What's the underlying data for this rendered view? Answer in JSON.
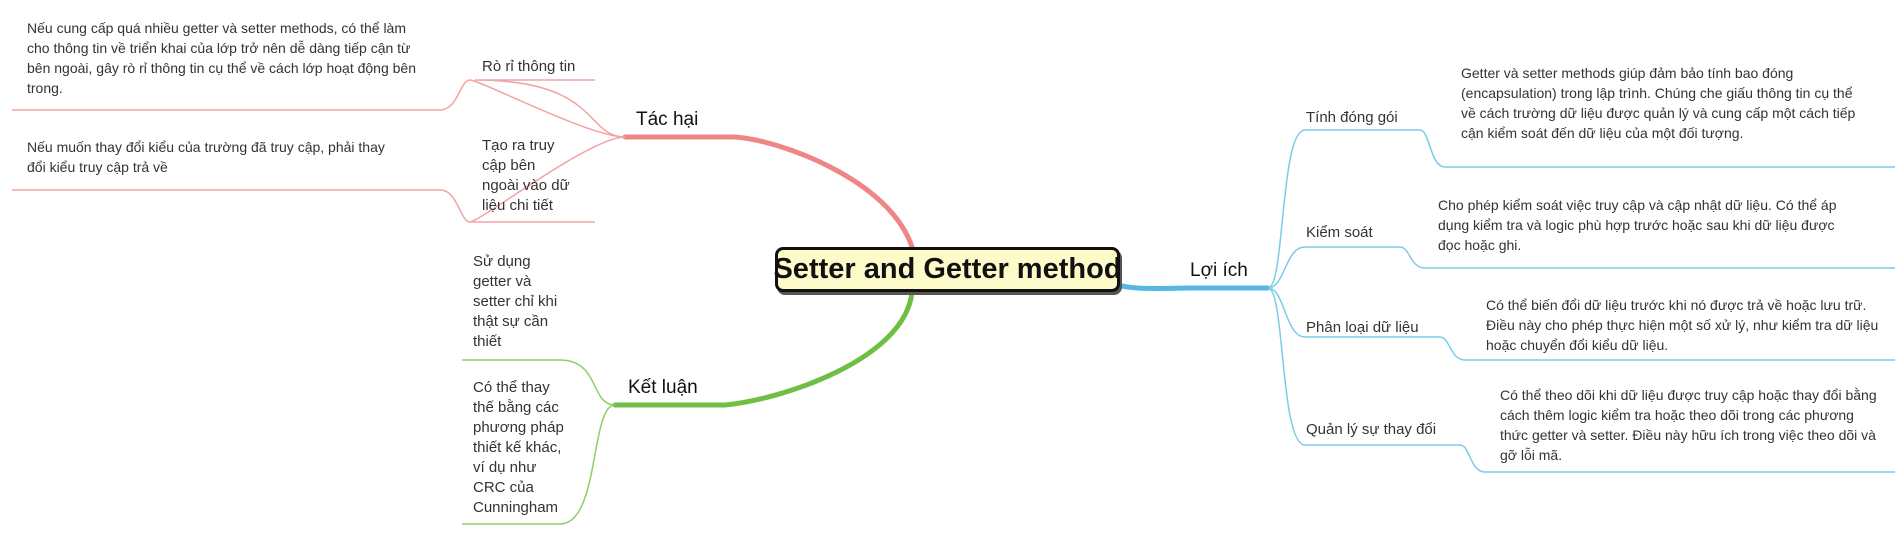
{
  "root": {
    "title": "Setter and Getter method"
  },
  "colors": {
    "harm": "#f4a3a3",
    "harm_strong": "#f08585",
    "benefit": "#7ccbea",
    "benefit_strong": "#55b8e3",
    "conclusion": "#8ccf66",
    "conclusion_strong": "#6fbf45"
  },
  "harm": {
    "label": "Tác hại",
    "items": [
      {
        "label": "Rò rỉ thông tin",
        "note": "Nếu cung cấp quá nhiều getter và setter methods, có thể làm cho thông tin về triển khai của lớp trở nên dễ dàng tiếp cận từ bên ngoài, gây rò rỉ thông tin cụ thể về cách lớp hoạt động bên trong."
      },
      {
        "label": "Tạo ra truy cập bên ngoài vào dữ liệu chi tiết",
        "note": "Nếu muốn thay đổi kiểu của trường đã truy cập, phải thay đổi kiểu truy cập trả về"
      }
    ]
  },
  "conclusion": {
    "label": "Kết luận",
    "items": [
      {
        "label": "Sử dụng getter và setter chỉ khi thật sự cần thiết"
      },
      {
        "label": "Có thể thay thế bằng các phương pháp thiết kế khác, ví dụ như CRC của Cunningham"
      }
    ]
  },
  "benefit": {
    "label": "Lợi ích",
    "items": [
      {
        "label": "Tính đóng gói",
        "note": "Getter và setter methods giúp đảm bảo tính bao đóng (encapsulation) trong lập trình. Chúng che giấu thông tin cụ thể về cách trường dữ liệu được quản lý và cung cấp một cách tiếp cận kiểm soát đến dữ liệu của một đối tượng."
      },
      {
        "label": "Kiểm soát",
        "note": "Cho phép kiểm soát việc truy cập và cập nhật dữ liệu. Có thể áp dụng kiểm tra và logic phù hợp trước hoặc sau khi dữ liệu được đọc hoặc ghi."
      },
      {
        "label": "Phân loại dữ liệu",
        "note": "Có thể biến đổi dữ liệu trước khi nó được trả về hoặc lưu trữ. Điều này cho phép thực hiện một số xử lý, như kiểm tra dữ liệu hoặc chuyển đổi kiểu dữ liệu."
      },
      {
        "label": "Quản lý sự thay đổi",
        "note": "Có thể theo dõi khi dữ liệu được truy cập hoặc thay đổi bằng cách thêm logic kiểm tra hoặc theo dõi trong các phương thức getter và setter. Điều này hữu ích trong việc theo dõi và gỡ lỗi mã."
      }
    ]
  }
}
